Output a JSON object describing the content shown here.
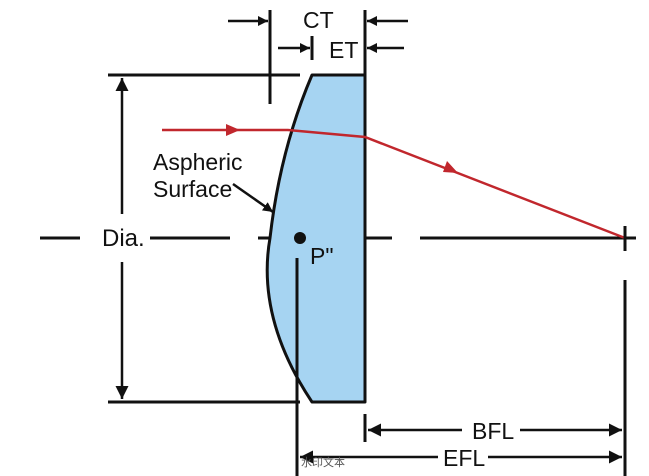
{
  "labels": {
    "ct": "CT",
    "et": "ET",
    "dia": "Dia.",
    "aspheric_line1": "Aspheric",
    "aspheric_line2": "Surface",
    "principal_point": "P\"",
    "bfl": "BFL",
    "efl": "EFL"
  },
  "watermark": "水印文本",
  "colors": {
    "lens_fill": "#a6d4f2",
    "lens_stroke": "#111111",
    "ray": "#c1272d",
    "line": "#111111"
  }
}
